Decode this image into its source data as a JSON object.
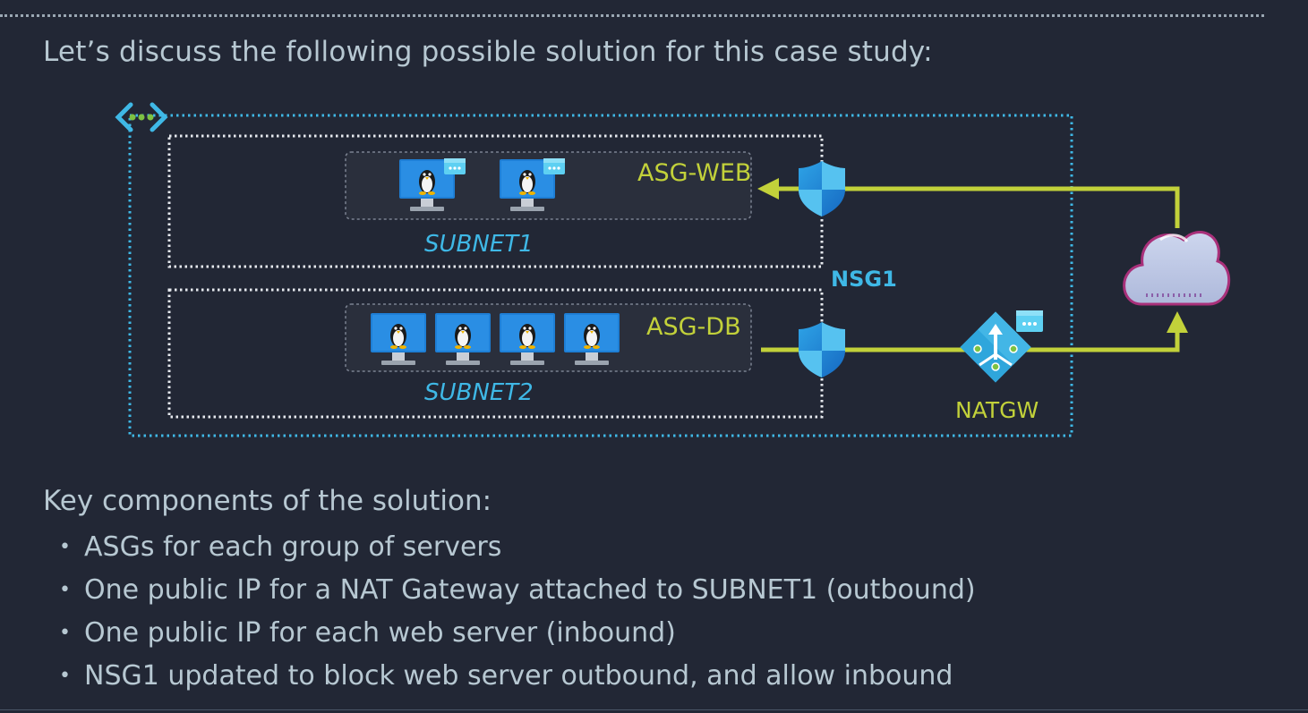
{
  "intro": "Let’s discuss the following possible solution for this case study:",
  "diagram": {
    "asg_web": "ASG-WEB",
    "asg_db": "ASG-DB",
    "subnet1": "SUBNET1",
    "subnet2": "SUBNET2",
    "nsg": "NSG1",
    "natgw": "NATGW"
  },
  "key": {
    "title": "Key components of the solution:",
    "items": [
      "ASGs for each group of servers",
      "One public IP for a NAT Gateway attached to SUBNET1 (outbound)",
      "One public IP for each web server (inbound)",
      "NSG1 updated to block web server outbound, and allow inbound"
    ]
  },
  "colors": {
    "background": "#222735",
    "accent_green": "#c2d13a",
    "accent_blue": "#3fb8e6",
    "text": "#b7c8d2"
  }
}
